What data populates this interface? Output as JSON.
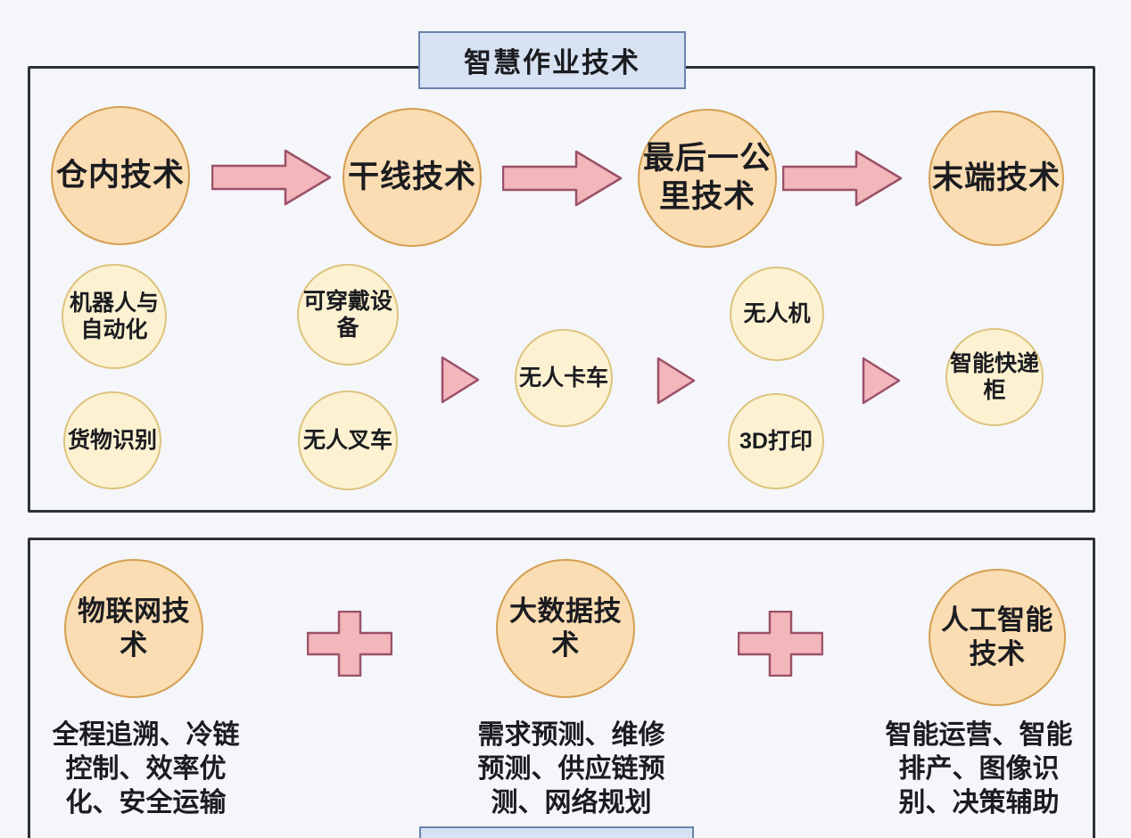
{
  "colors": {
    "background": "#f4f6fa",
    "section_border": "#2f3139",
    "title_fill": "#d7e2f3",
    "title_border": "#6a83ad",
    "main_circle_fill": "#fbddb3",
    "main_circle_border": "#d39f51",
    "sub_circle_fill": "#fcf2d2",
    "sub_circle_border": "#ddc37d",
    "arrow_fill": "#f2b6bb",
    "arrow_border": "#9b5168",
    "text": "#1b1c20"
  },
  "section1": {
    "title": "智慧作业技术",
    "main_nodes": [
      {
        "label": "仓内技术"
      },
      {
        "label": "干线技术"
      },
      {
        "label": "最后一公里技术"
      },
      {
        "label": "末端技术"
      }
    ],
    "sub_nodes": [
      {
        "label": "机器人与自动化"
      },
      {
        "label": "货物识别"
      },
      {
        "label": "可穿戴设备"
      },
      {
        "label": "无人叉车"
      },
      {
        "label": "无人卡车"
      },
      {
        "label": "无人机"
      },
      {
        "label": "3D打印"
      },
      {
        "label": "智能快递柜"
      }
    ]
  },
  "section2": {
    "nodes": [
      {
        "label": "物联网技术",
        "details": "全程追溯、冷链控制、效率优化、安全运输"
      },
      {
        "label": "大数据技术",
        "details": "需求预测、维修预测、供应链预测、网络规划"
      },
      {
        "label": "人工智能技术",
        "details": "智能运营、智能排产、图像识别、决策辅助"
      }
    ]
  }
}
